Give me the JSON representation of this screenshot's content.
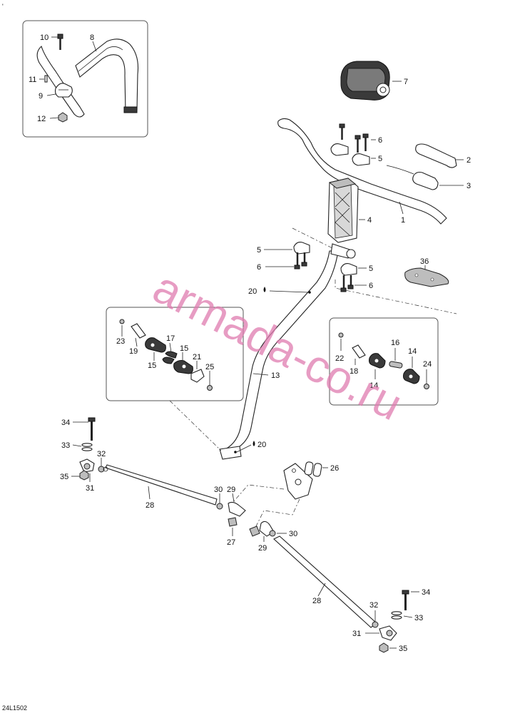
{
  "corner_mark": "'",
  "diagram_code": "24L1502",
  "watermark": "armada-co.ru",
  "grease_symbol": "●",
  "labels": {
    "p1": "1",
    "p2": "2",
    "p3": "3",
    "p4": "4",
    "p5a": "5",
    "p5b": "5",
    "p5c": "5",
    "p6a": "6",
    "p6b": "6",
    "p6c": "6",
    "p7": "7",
    "p8": "8",
    "p9": "9",
    "p10": "10",
    "p11": "11",
    "p12": "12",
    "p13": "13",
    "p14a": "14",
    "p14b": "14",
    "p15a": "15",
    "p15b": "15",
    "p16": "16",
    "p17": "17",
    "p18": "18",
    "p19": "19",
    "p20a": "20",
    "p20b": "20",
    "p21": "21",
    "p22": "22",
    "p23": "23",
    "p24": "24",
    "p25": "25",
    "p26": "26",
    "p27": "27",
    "p28a": "28",
    "p28b": "28",
    "p29a": "29",
    "p29b": "29",
    "p30a": "30",
    "p30b": "30",
    "p31a": "31",
    "p31b": "31",
    "p32a": "32",
    "p32b": "32",
    "p33a": "33",
    "p33b": "33",
    "p34a": "34",
    "p34b": "34",
    "p35a": "35",
    "p35b": "35",
    "p36": "36"
  }
}
